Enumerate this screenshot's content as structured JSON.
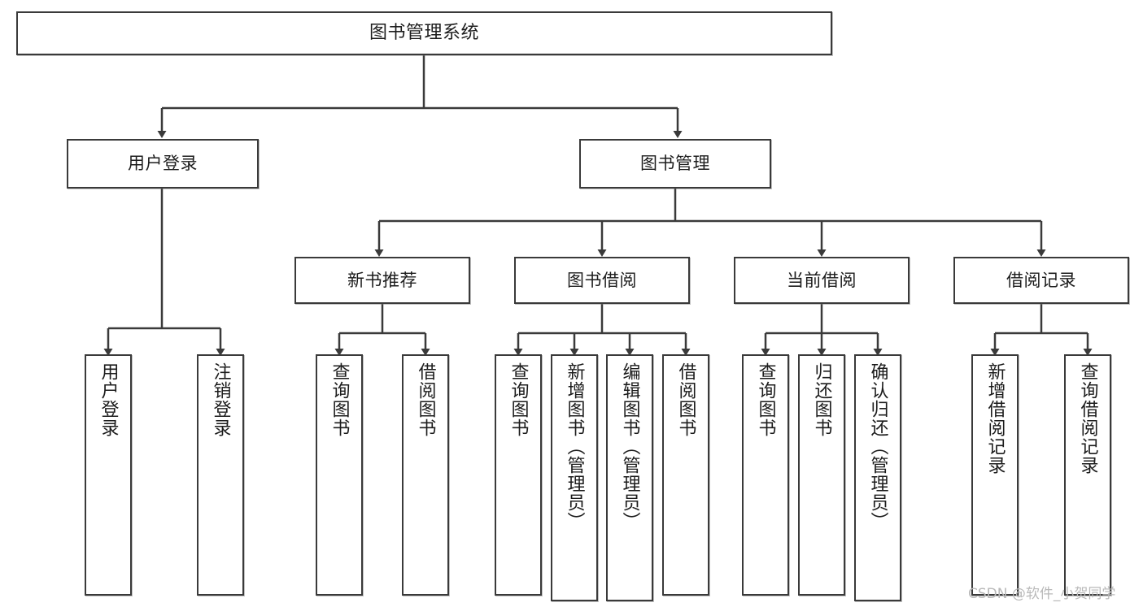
{
  "diagram": {
    "type": "tree-hierarchy",
    "title": "图书管理系统",
    "orientation": "top-down",
    "line_color": "#3a3a3a",
    "box_fill": "#ffffff",
    "box_border": "#3a3a3a",
    "text_color": "#1c1c1c",
    "nodes": {
      "root": {
        "label": "图书管理系统"
      },
      "level1": [
        {
          "id": "user-login",
          "label": "用户登录"
        },
        {
          "id": "book-management",
          "label": "图书管理"
        }
      ],
      "level2": [
        {
          "id": "new-book-recommend",
          "label": "新书推荐"
        },
        {
          "id": "book-borrow",
          "label": "图书借阅"
        },
        {
          "id": "current-borrow",
          "label": "当前借阅"
        },
        {
          "id": "borrow-record",
          "label": "借阅记录"
        }
      ],
      "leaves": {
        "user_login": [
          {
            "id": "leaf-user-login",
            "label": "用户登录"
          },
          {
            "id": "leaf-logout",
            "label": "注销登录"
          }
        ],
        "new_book_recommend": [
          {
            "id": "leaf-query-book-1",
            "label": "查询图书"
          },
          {
            "id": "leaf-borrow-book-1",
            "label": "借阅图书"
          }
        ],
        "book_borrow": [
          {
            "id": "leaf-query-book-2",
            "label": "查询图书"
          },
          {
            "id": "leaf-add-book",
            "label": "新增图书（管理员）"
          },
          {
            "id": "leaf-edit-book",
            "label": "编辑图书（管理员）"
          },
          {
            "id": "leaf-borrow-book-2",
            "label": "借阅图书"
          }
        ],
        "current_borrow": [
          {
            "id": "leaf-query-book-3",
            "label": "查询图书"
          },
          {
            "id": "leaf-return-book",
            "label": "归还图书"
          },
          {
            "id": "leaf-confirm-return",
            "label": "确认归还（管理员）"
          }
        ],
        "borrow_record": [
          {
            "id": "leaf-add-record",
            "label": "新增借阅记录"
          },
          {
            "id": "leaf-query-record",
            "label": "查询借阅记录"
          }
        ]
      }
    }
  },
  "watermark": {
    "text": "CSDN @软件_小贺同学"
  }
}
